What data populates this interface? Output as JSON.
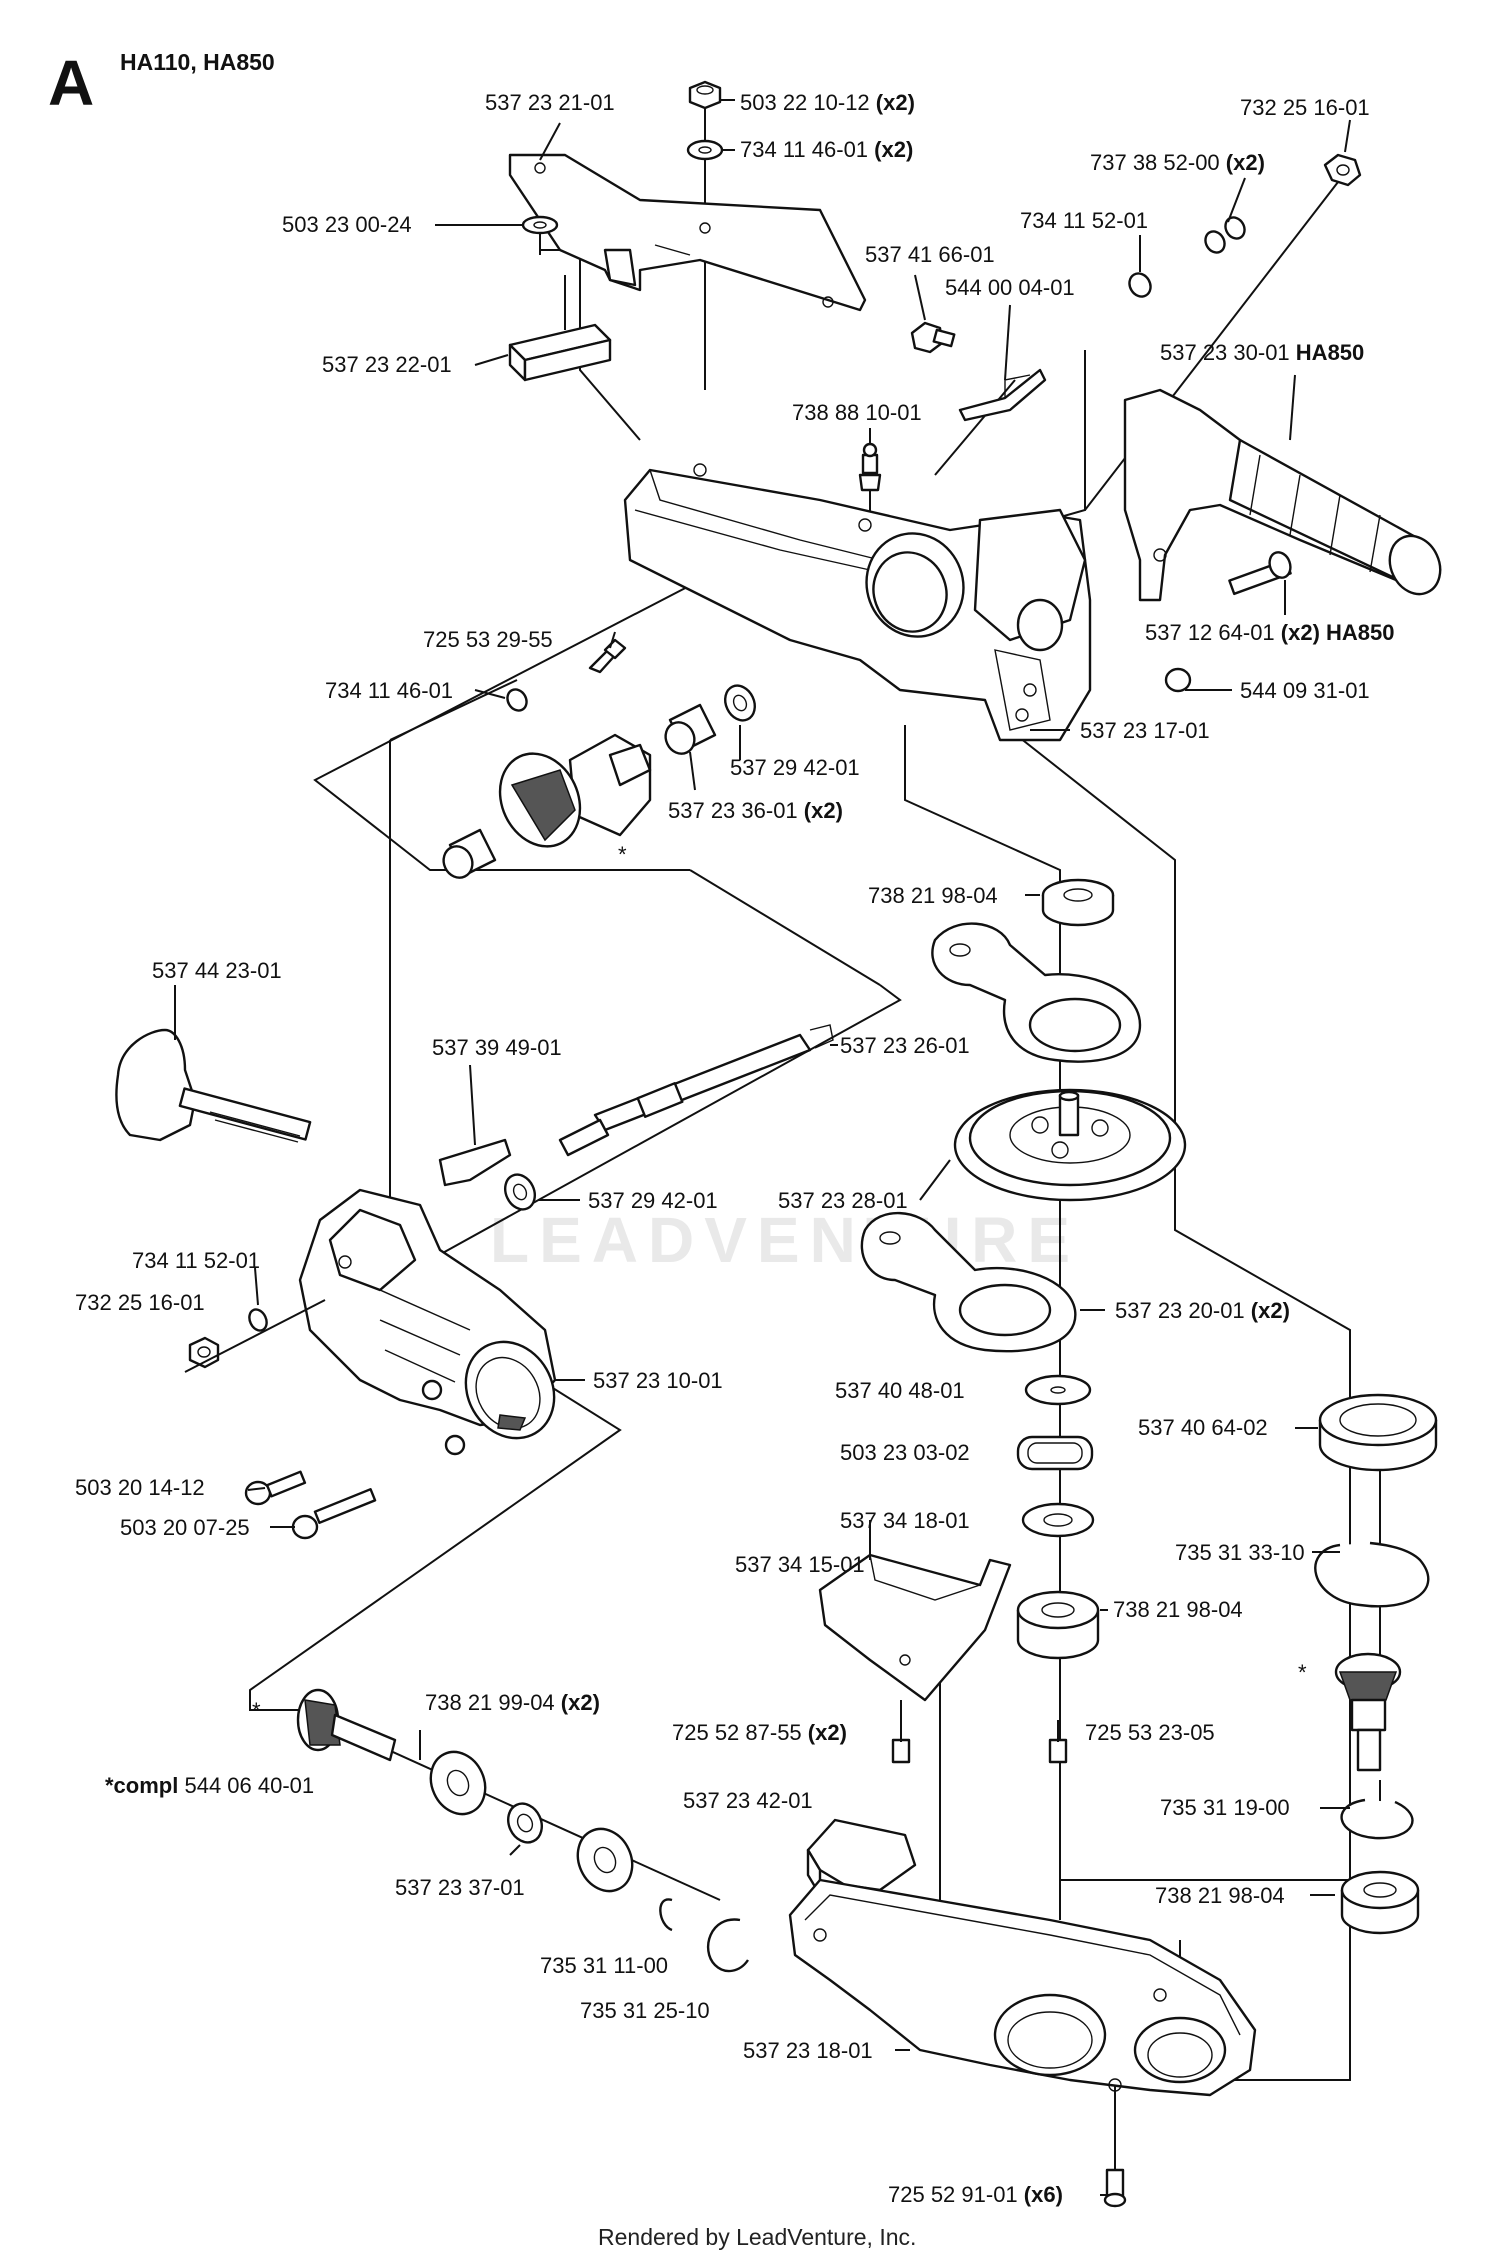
{
  "section_letter": "A",
  "models": "HA110, HA850",
  "watermark": "LEADVENTURE",
  "footer": "Rendered by LeadVenture, Inc.",
  "labels": [
    {
      "id": "l01",
      "text": "537 23 21-01",
      "suffix": ""
    },
    {
      "id": "l02",
      "text": "503 22 10-12",
      "suffix": "(x2)"
    },
    {
      "id": "l03",
      "text": "734 11 46-01",
      "suffix": "(x2)"
    },
    {
      "id": "l04",
      "text": "732 25 16-01",
      "suffix": ""
    },
    {
      "id": "l05",
      "text": "737 38 52-00",
      "suffix": "(x2)"
    },
    {
      "id": "l06",
      "text": "503 23 00-24",
      "suffix": ""
    },
    {
      "id": "l07",
      "text": "734 11 52-01",
      "suffix": ""
    },
    {
      "id": "l08",
      "text": "537 41 66-01",
      "suffix": ""
    },
    {
      "id": "l09",
      "text": "544 00 04-01",
      "suffix": ""
    },
    {
      "id": "l10",
      "text": "537 23 22-01",
      "suffix": ""
    },
    {
      "id": "l11",
      "text": "537 23 30-01",
      "suffix": "HA850"
    },
    {
      "id": "l12",
      "text": "738 88 10-01",
      "suffix": ""
    },
    {
      "id": "l13",
      "text": "537 12 64-01",
      "suffix": "(x2) HA850"
    },
    {
      "id": "l14",
      "text": "725 53 29-55",
      "suffix": ""
    },
    {
      "id": "l15",
      "text": "734 11 46-01",
      "suffix": ""
    },
    {
      "id": "l16",
      "text": "544 09 31-01",
      "suffix": ""
    },
    {
      "id": "l17",
      "text": "537 23 17-01",
      "suffix": ""
    },
    {
      "id": "l18",
      "text": "537 29 42-01",
      "suffix": ""
    },
    {
      "id": "l19",
      "text": "537 23 36-01",
      "suffix": "(x2)"
    },
    {
      "id": "l20",
      "text": "738 21 98-04",
      "suffix": ""
    },
    {
      "id": "l21",
      "text": "537 44 23-01",
      "suffix": ""
    },
    {
      "id": "l22",
      "text": "537 39 49-01",
      "suffix": ""
    },
    {
      "id": "l23",
      "text": "537 23 26-01",
      "suffix": ""
    },
    {
      "id": "l24",
      "text": "537 23 28-01",
      "suffix": ""
    },
    {
      "id": "l25",
      "text": "537 29 42-01",
      "suffix": ""
    },
    {
      "id": "l26",
      "text": "734 11 52-01",
      "suffix": ""
    },
    {
      "id": "l27",
      "text": "732 25 16-01",
      "suffix": ""
    },
    {
      "id": "l28",
      "text": "537 23 20-01",
      "suffix": "(x2)"
    },
    {
      "id": "l29",
      "text": "537 23 10-01",
      "suffix": ""
    },
    {
      "id": "l30",
      "text": "537 40 48-01",
      "suffix": ""
    },
    {
      "id": "l31",
      "text": "537 40 64-02",
      "suffix": ""
    },
    {
      "id": "l32",
      "text": "503 23 03-02",
      "suffix": ""
    },
    {
      "id": "l33",
      "text": "503 20 14-12",
      "suffix": ""
    },
    {
      "id": "l34",
      "text": "503 20 07-25",
      "suffix": ""
    },
    {
      "id": "l35",
      "text": "537 34 18-01",
      "suffix": ""
    },
    {
      "id": "l36",
      "text": "735 31 33-10",
      "suffix": ""
    },
    {
      "id": "l37",
      "text": "537 34 15-01",
      "suffix": ""
    },
    {
      "id": "l38",
      "text": "738 21 98-04",
      "suffix": ""
    },
    {
      "id": "l39",
      "text": "738 21 99-04",
      "suffix": "(x2)"
    },
    {
      "id": "l40",
      "text": "725 52 87-55",
      "suffix": "(x2)"
    },
    {
      "id": "l41",
      "text": "725 53 23-05",
      "suffix": ""
    },
    {
      "id": "l42",
      "text": "*compl",
      "suffix": "544 06 40-01"
    },
    {
      "id": "l43",
      "text": "537 23 42-01",
      "suffix": ""
    },
    {
      "id": "l44",
      "text": "735 31 19-00",
      "suffix": ""
    },
    {
      "id": "l45",
      "text": "537 23 37-01",
      "suffix": ""
    },
    {
      "id": "l46",
      "text": "738 21 98-04",
      "suffix": ""
    },
    {
      "id": "l47",
      "text": "735 31 11-00",
      "suffix": ""
    },
    {
      "id": "l48",
      "text": "735 31 25-10",
      "suffix": ""
    },
    {
      "id": "l49",
      "text": "537 23 18-01",
      "suffix": ""
    },
    {
      "id": "l50",
      "text": "725 52 91-01",
      "suffix": "(x6)"
    }
  ],
  "asterisk_marks": [
    "*",
    "*",
    "*"
  ]
}
